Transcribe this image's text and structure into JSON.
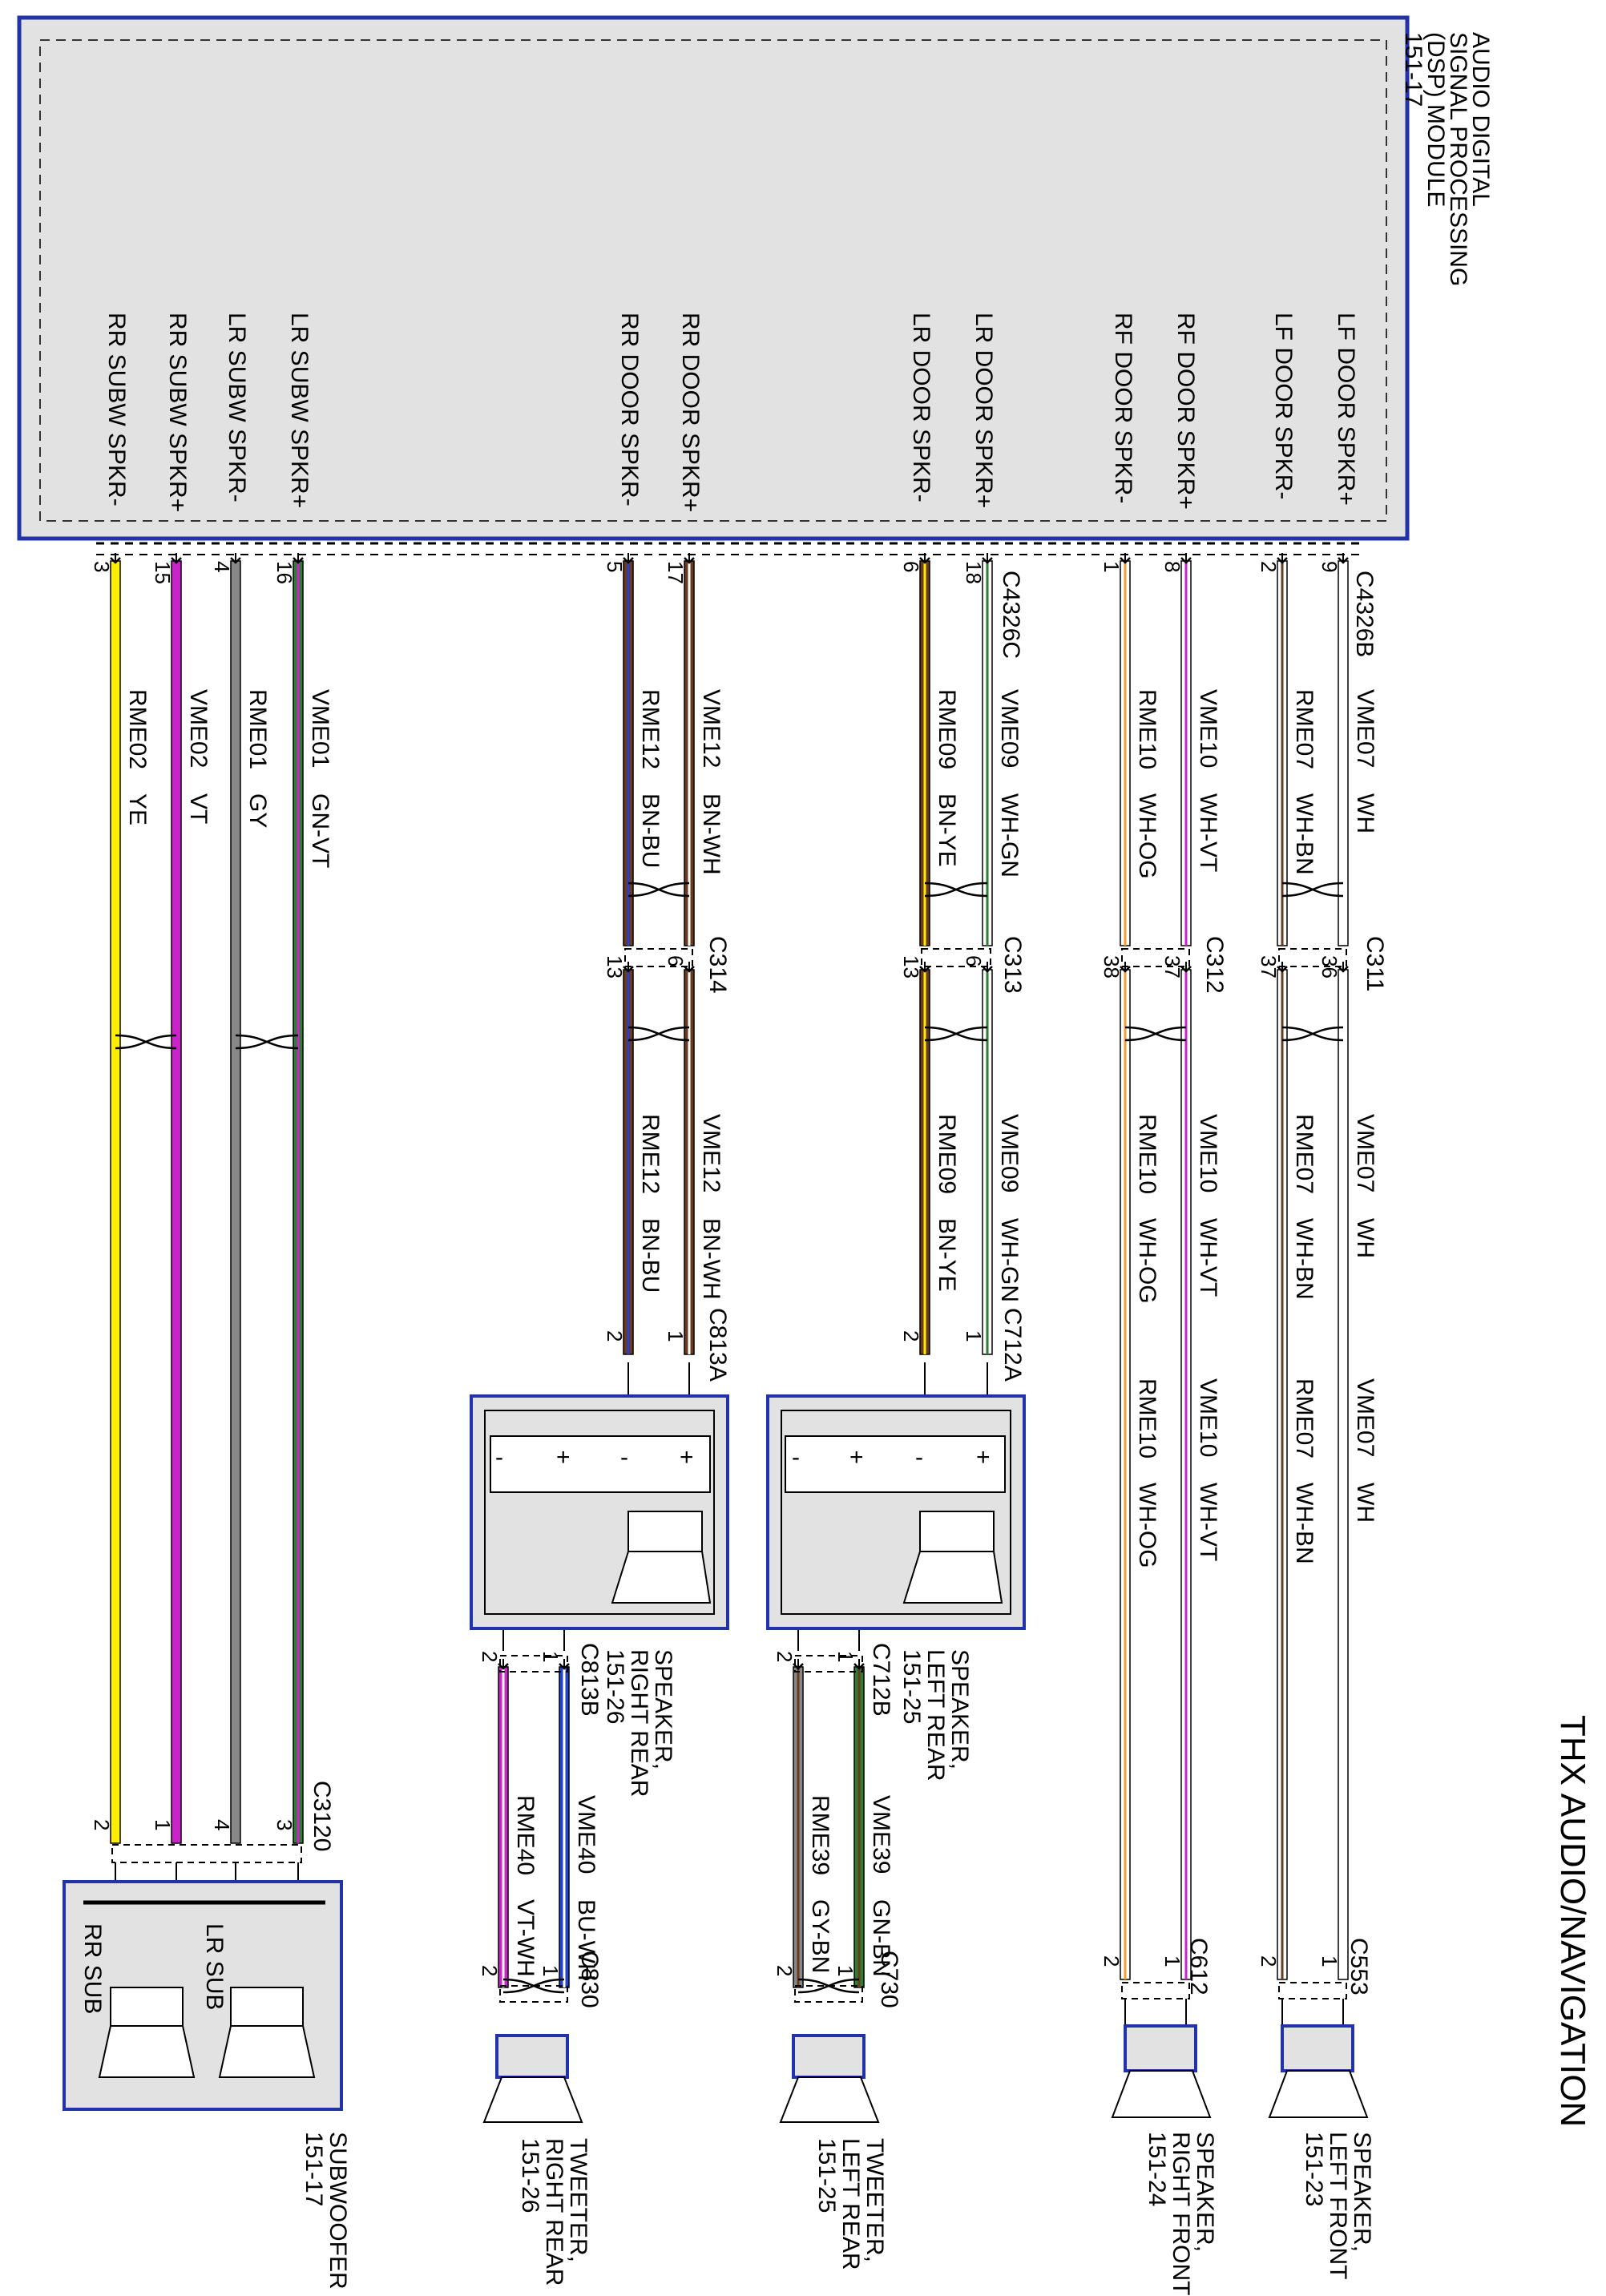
{
  "title": "THX AUDIO/NAVIGATION",
  "module": {
    "lines": [
      "AUDIO DIGITAL",
      "SIGNAL PROCESSING",
      "(DSP) MODULE",
      "151-17"
    ],
    "pins": [
      "LF DOOR SPKR+",
      "LF DOOR SPKR-",
      "RF DOOR SPKR+",
      "RF DOOR SPKR-",
      "LR DOOR SPKR+",
      "LR DOOR SPKR-",
      "RR DOOR SPKR+",
      "RR DOOR SPKR-",
      "LR SUBW SPKR+",
      "LR SUBW SPKR-",
      "RR SUBW SPKR+",
      "RR SUBW SPKR-"
    ]
  },
  "connectors": {
    "dsp_b": "C4326B",
    "dsp_c": "C4326C",
    "c311": "C311",
    "c312": "C312",
    "c313": "C313",
    "c314": "C314",
    "c712a": "C712A",
    "c813a": "C813A",
    "c712b": "C712B",
    "c813b": "C813B",
    "c730": "C730",
    "c830": "C830",
    "c553": "C553",
    "c612": "C612",
    "c3120": "C3120"
  },
  "wires": [
    {
      "circuit": "VME07",
      "color": "WH",
      "pin": "9",
      "inline_pin": "36",
      "end_pin": "1"
    },
    {
      "circuit": "RME07",
      "color": "WH-BN",
      "pin": "2",
      "inline_pin": "37",
      "end_pin": "2"
    },
    {
      "circuit": "VME10",
      "color": "WH-VT",
      "pin": "8",
      "inline_pin": "37",
      "end_pin": "1"
    },
    {
      "circuit": "RME10",
      "color": "WH-OG",
      "pin": "1",
      "inline_pin": "38",
      "end_pin": "2"
    },
    {
      "circuit": "VME09",
      "color": "WH-GN",
      "pin": "18",
      "inline_pin": "6",
      "end_pin": "1"
    },
    {
      "circuit": "RME09",
      "color": "BN-YE",
      "pin": "6",
      "inline_pin": "13",
      "end_pin": "2"
    },
    {
      "circuit": "VME12",
      "color": "BN-WH",
      "pin": "17",
      "inline_pin": "6",
      "end_pin": "1"
    },
    {
      "circuit": "RME12",
      "color": "BN-BU",
      "pin": "5",
      "inline_pin": "13",
      "end_pin": "2"
    },
    {
      "circuit": "VME01",
      "color": "GN-VT",
      "pin": "16",
      "end_pin": "3"
    },
    {
      "circuit": "RME01",
      "color": "GY",
      "pin": "4",
      "end_pin": "4"
    },
    {
      "circuit": "VME02",
      "color": "VT",
      "pin": "15",
      "end_pin": "1"
    },
    {
      "circuit": "RME02",
      "color": "YE",
      "pin": "3",
      "end_pin": "2"
    }
  ],
  "tweeter_wires": [
    {
      "circuit": "VME39",
      "color": "GN-BN",
      "pin": "1",
      "end_pin": "1"
    },
    {
      "circuit": "RME39",
      "color": "GY-BN",
      "pin": "2",
      "end_pin": "2"
    },
    {
      "circuit": "VME40",
      "color": "BU-WH",
      "pin": "1",
      "end_pin": "1"
    },
    {
      "circuit": "RME40",
      "color": "VT-WH",
      "pin": "2",
      "end_pin": "2"
    }
  ],
  "components": {
    "spk_lf": [
      "SPEAKER,",
      "LEFT FRONT",
      "151-23"
    ],
    "spk_rf": [
      "SPEAKER,",
      "RIGHT FRONT",
      "151-24"
    ],
    "spk_lr": [
      "SPEAKER,",
      "LEFT REAR",
      "151-25"
    ],
    "spk_rr": [
      "SPEAKER,",
      "RIGHT REAR",
      "151-26"
    ],
    "tw_lr": [
      "TWEETER,",
      "LEFT REAR",
      "151-25"
    ],
    "tw_rr": [
      "TWEETER,",
      "RIGHT REAR",
      "151-26"
    ],
    "sub": [
      "SUBWOOFER",
      "151-17"
    ]
  },
  "sub_labels": {
    "lr": "LR SUB",
    "rr": "RR SUB"
  },
  "terminals": {
    "plus": "+",
    "minus": "-"
  },
  "colors": {
    "module_border": "#2233aa",
    "module_fill": "#e2e2e2",
    "WH": "#ffffff",
    "BN": "#6b3a1f",
    "VT": "#cc22cc",
    "OG": "#f0a030",
    "GN": "#2e7d32",
    "YE": "#ffee00",
    "GY": "#888888",
    "BU": "#2244cc",
    "BK": "#000000"
  }
}
